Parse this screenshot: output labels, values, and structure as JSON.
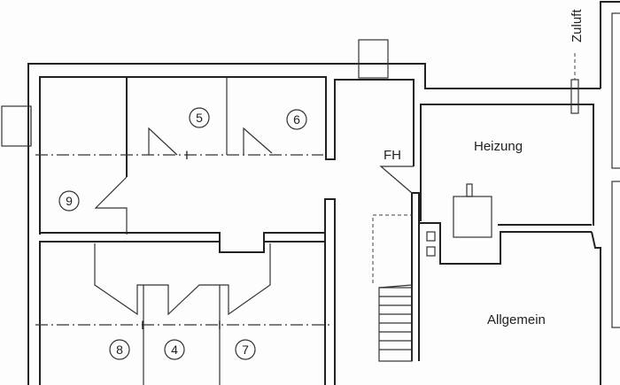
{
  "rooms": {
    "heizung": "Heizung",
    "allgemein": "Allgemein",
    "fh": "FH",
    "zuluft": "Zuluft"
  },
  "room_numbers": [
    "5",
    "6",
    "9",
    "8",
    "4",
    "7"
  ]
}
